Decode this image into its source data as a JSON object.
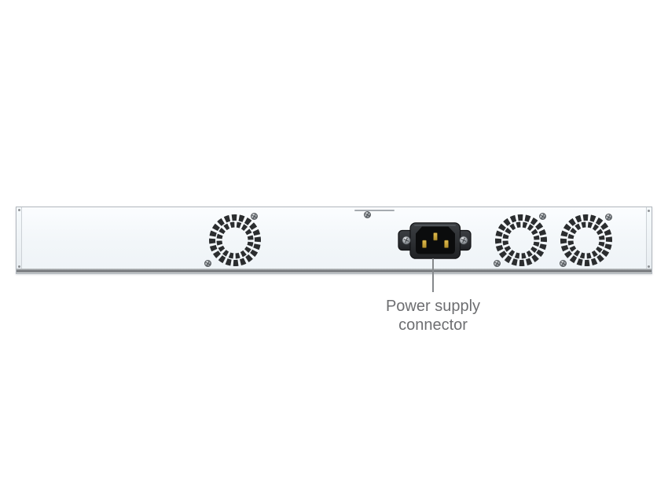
{
  "callout": {
    "label_line1": "Power supply",
    "label_line2": "connector"
  },
  "components": {
    "fan_count": 3,
    "panel_screw_count": 7,
    "connector_screw_count": 2,
    "power_pin_count": 3
  },
  "colors": {
    "background": "#ffffff",
    "panel_face_top": "#fbfdff",
    "panel_face_bottom": "#eef3f7",
    "panel_border": "#b2b8be",
    "panel_bottom_strip_dark": "#63666a",
    "fan_slot": "#2b2d2f",
    "connector_body_dark": "#202225",
    "connector_body_light": "#3c3f43",
    "connector_recess": "#0b0c0d",
    "pin_gold": "#d0a93c",
    "screw_silver": "#9ba0a5",
    "callout_line": "#85888b",
    "label_text": "#6d6e71"
  }
}
